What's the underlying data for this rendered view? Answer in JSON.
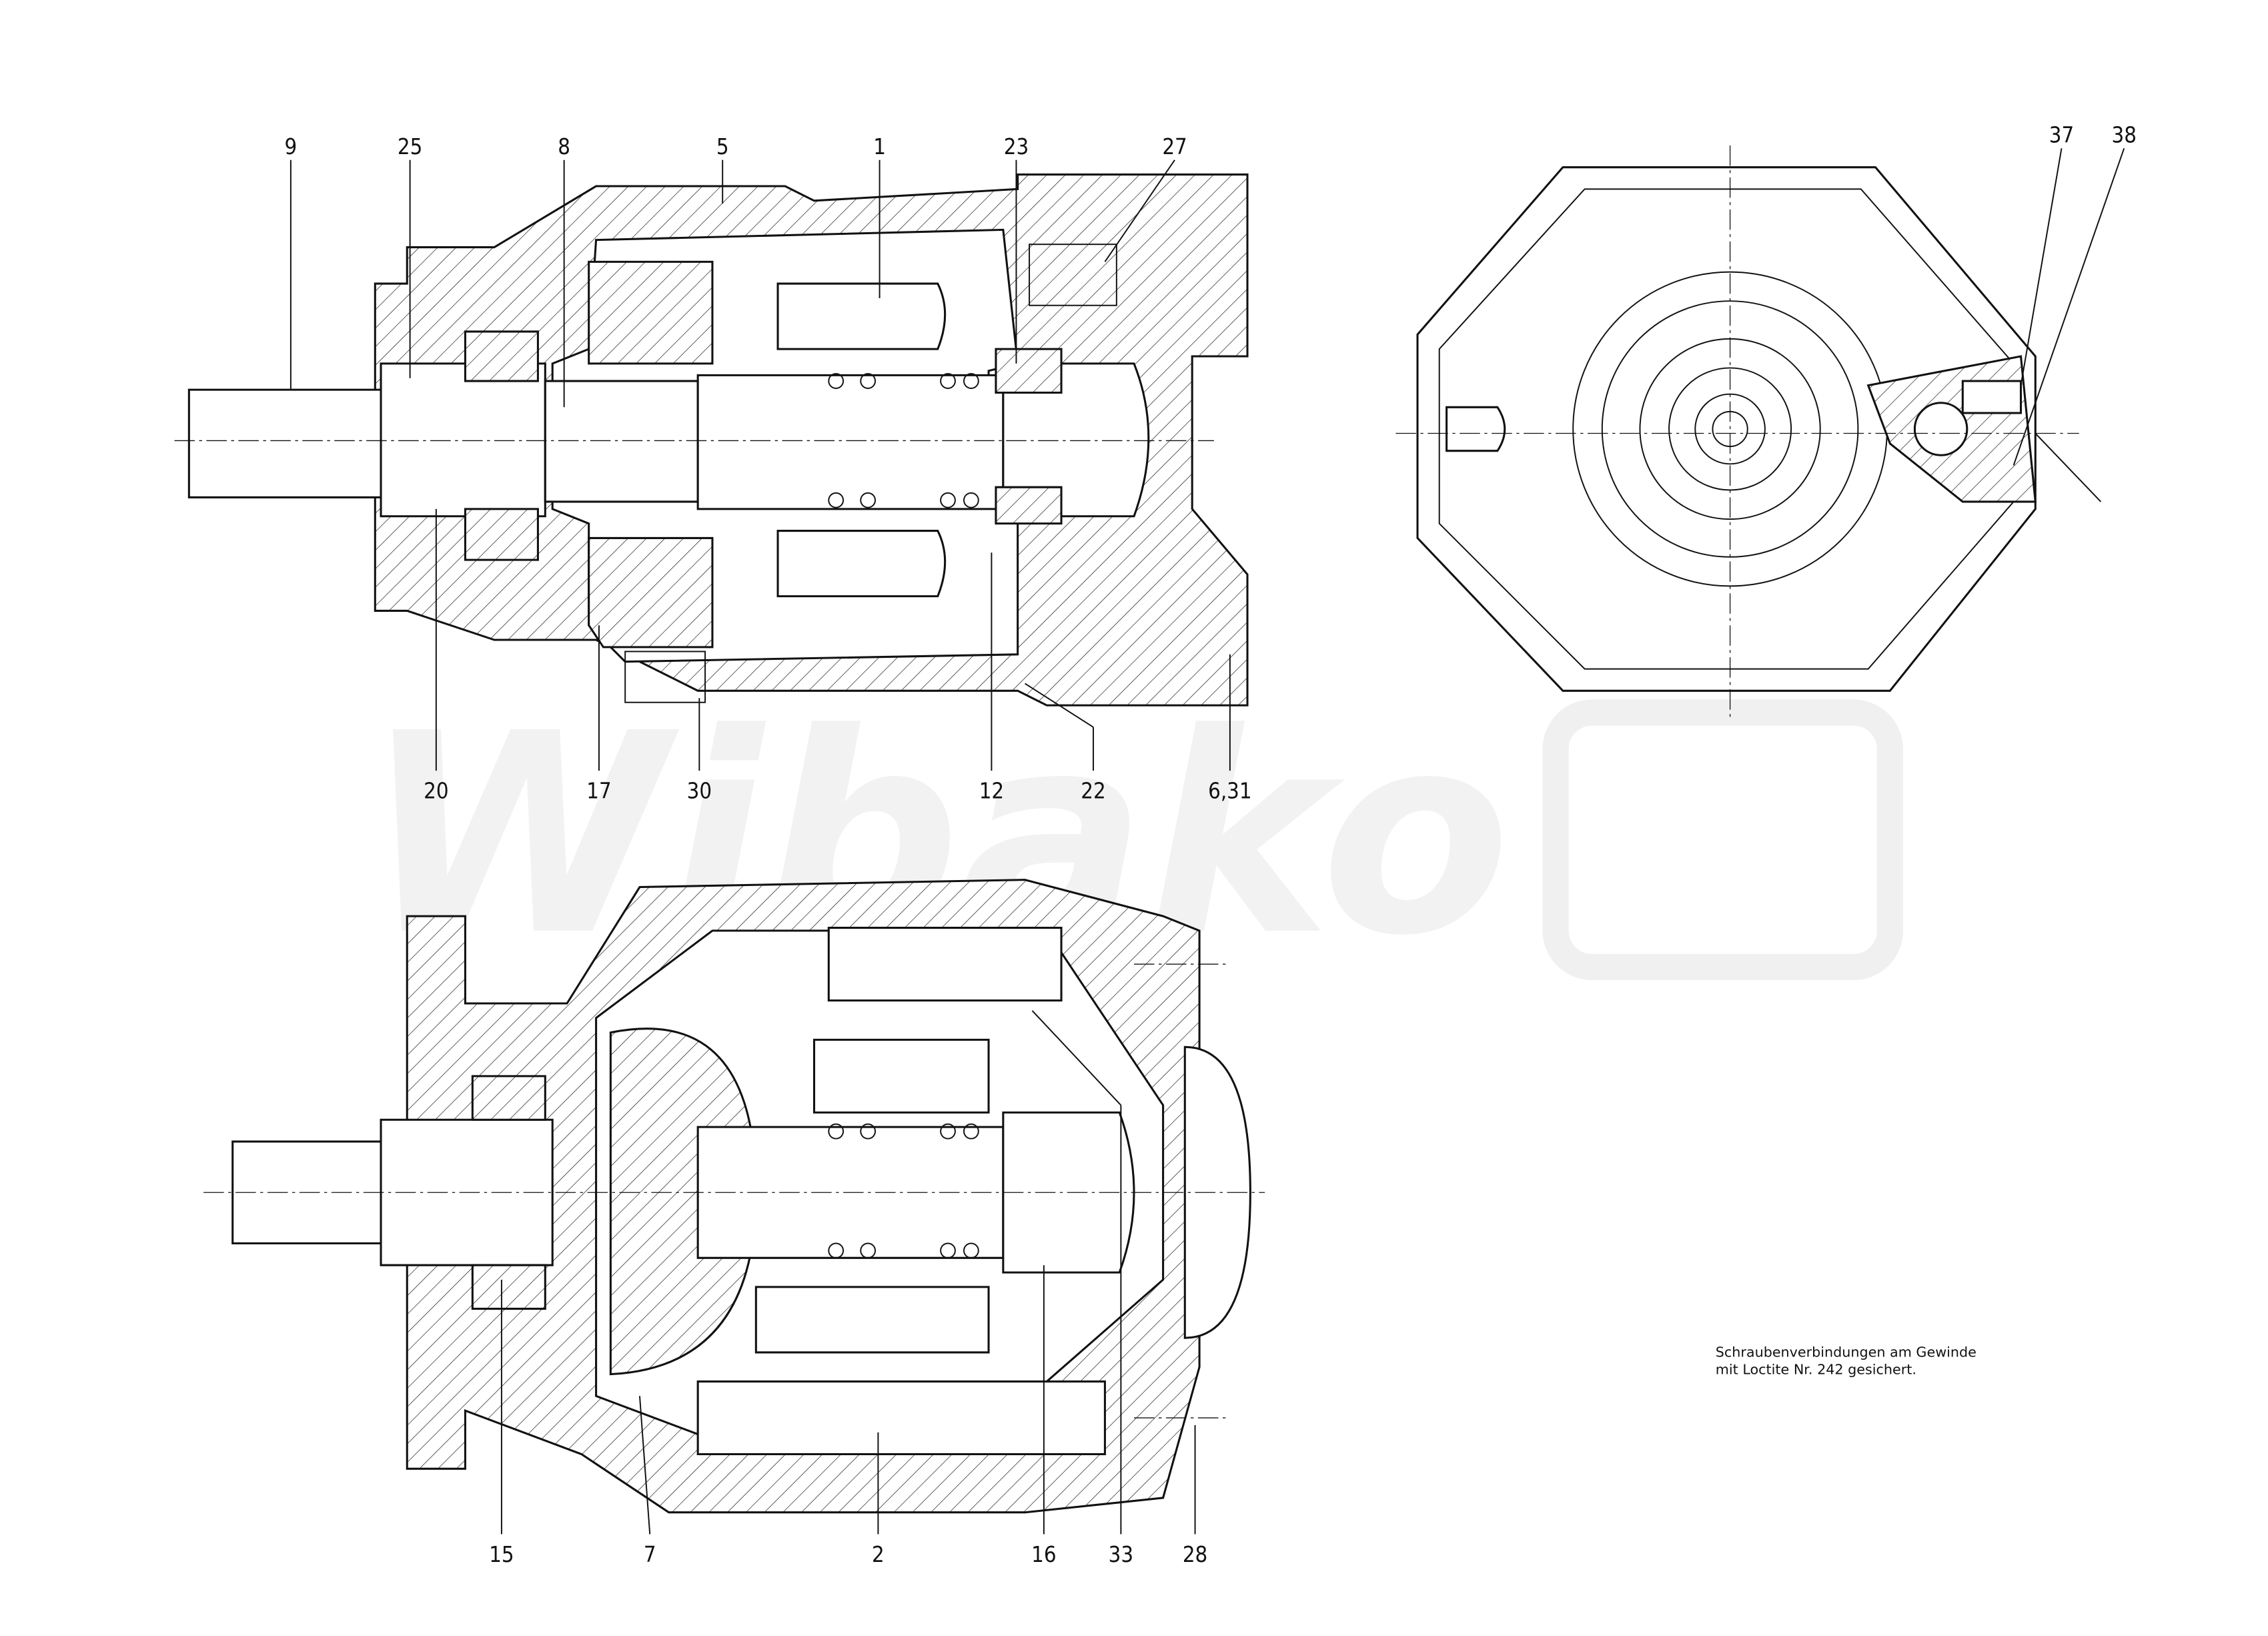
{
  "watermark": "Wibako",
  "labels_top": [
    "9",
    "25",
    "8",
    "5",
    "1",
    "23",
    "27",
    "20",
    "17",
    "30",
    "12",
    "22",
    "6,31"
  ],
  "labels_end_view": [
    "37",
    "38"
  ],
  "labels_bottom": [
    "15",
    "7",
    "2",
    "16",
    "33",
    "28"
  ],
  "note": {
    "line1": "Schraubenverbindungen am Gewinde",
    "line2": "mit Loctite Nr. 242 gesichert."
  }
}
